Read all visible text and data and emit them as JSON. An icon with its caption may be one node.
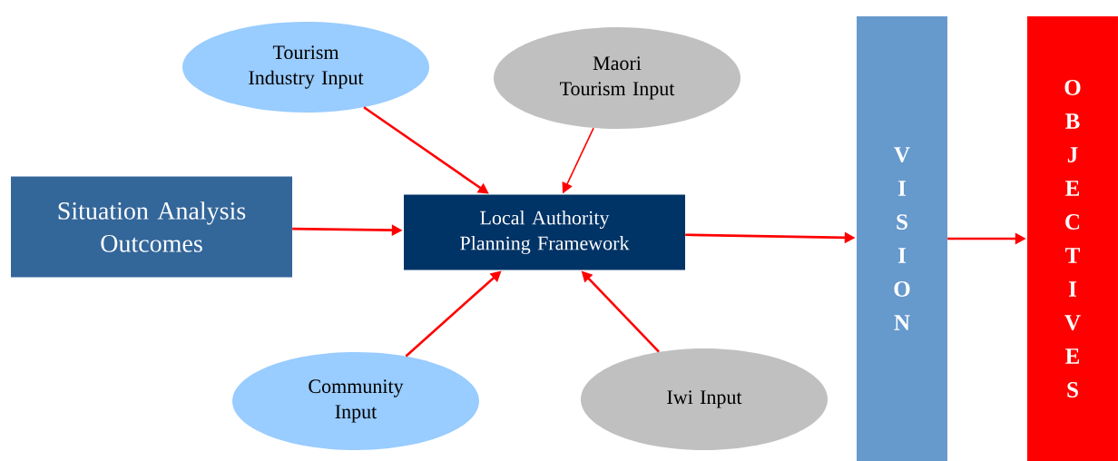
{
  "diagram": {
    "nodes": [
      {
        "text": [
          "Situation Analysis Outcomes"
        ]
      },
      {
        "text": [
          "Tourism Industry Input"
        ]
      },
      {
        "text": [
          "Maori Tourism Input"
        ]
      },
      {
        "text": [
          "Local Authority Planning Framework"
        ]
      },
      {
        "text": [
          "Community Input"
        ]
      },
      {
        "text": [
          "Iwi Input"
        ]
      },
      {
        "text": [
          "VISION"
        ]
      },
      {
        "text": [
          "OBJECTIVES"
        ]
      }
    ],
    "edges": [
      {
        "from": 0,
        "to": 3,
        "arrow": "to",
        "color": "#ff0000"
      },
      {
        "from": 1,
        "to": 3,
        "arrow": "to",
        "color": "#ff0000"
      },
      {
        "from": 2,
        "to": 3,
        "arrow": "to",
        "color": "#ff0000"
      },
      {
        "from": 4,
        "to": 3,
        "arrow": "to",
        "color": "#ff0000"
      },
      {
        "from": 5,
        "to": 3,
        "arrow": "to",
        "color": "#ff0000"
      },
      {
        "from": 3,
        "to": 6,
        "arrow": "to",
        "color": "#ff0000"
      },
      {
        "from": 6,
        "to": 7,
        "arrow": "to",
        "color": "#ff0000"
      }
    ]
  }
}
